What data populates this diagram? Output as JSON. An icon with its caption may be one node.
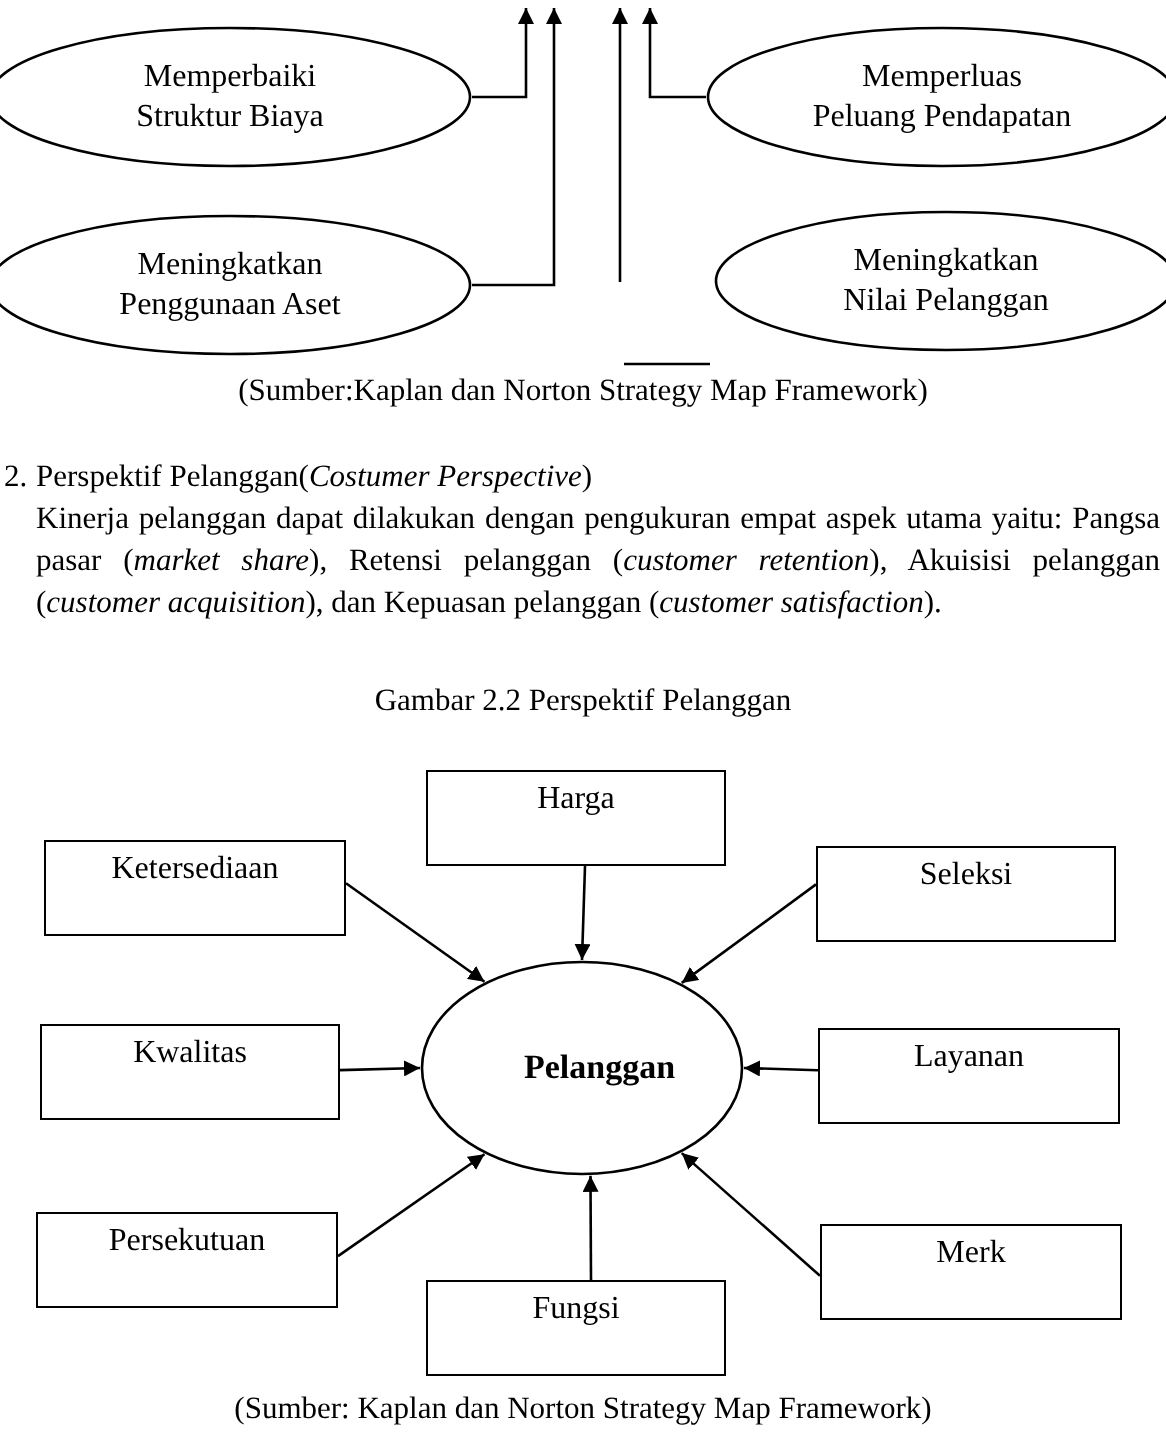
{
  "diagram": {
    "nodes": [
      {
        "text": [
          "Memperbaiki Struktur Biaya"
        ]
      },
      {
        "text": [
          "Memperluas Peluang Pendapatan"
        ]
      },
      {
        "text": [
          "Meningkatkan Penggunaan Aset"
        ]
      },
      {
        "text": [
          "Meningkatkan Nilai Pelanggan"
        ]
      },
      {
        "text": [
          "Harga"
        ]
      },
      {
        "text": [
          "Ketersediaan"
        ]
      },
      {
        "text": [
          "Seleksi"
        ]
      },
      {
        "text": [
          "Kwalitas"
        ]
      },
      {
        "text": [
          "Pelanggan"
        ]
      },
      {
        "text": [
          "Layanan"
        ]
      },
      {
        "text": [
          "Persekutuan"
        ]
      },
      {
        "text": [
          "Merk"
        ]
      },
      {
        "text": [
          "Fungsi"
        ]
      }
    ],
    "edges": [
      {
        "from": 0,
        "to": null,
        "arrow": "to"
      },
      {
        "from": 2,
        "to": null,
        "arrow": "to"
      },
      {
        "from": 1,
        "to": null,
        "arrow": "to"
      },
      {
        "from": 4,
        "to": 8,
        "arrow": "to"
      },
      {
        "from": 5,
        "to": 8,
        "arrow": "to"
      },
      {
        "from": 6,
        "to": 8,
        "arrow": "to"
      },
      {
        "from": 7,
        "to": 8,
        "arrow": "to"
      },
      {
        "from": 9,
        "to": 8,
        "arrow": "to"
      },
      {
        "from": 10,
        "to": 8,
        "arrow": "to"
      },
      {
        "from": 11,
        "to": 8,
        "arrow": "to"
      },
      {
        "from": 12,
        "to": 8,
        "arrow": "to"
      }
    ],
    "labels": [
      "(Sumber:Kaplan dan Norton Strategy Map Framework)",
      "2.",
      "Perspektif Pelanggan(*Costumer Perspective*)",
      "Kinerja pelanggan dapat dilakukan dengan pengukuran empat aspek utama yaitu: Pangsa pasar (*market share*), Retensi pelanggan (*customer retention*), Akuisisi pelanggan (*customer acquisition*), dan Kepuasan pelanggan (*customer satisfaction*).",
      "Gambar 2.2 Perspektif Pelanggan",
      "(Sumber: Kaplan dan Norton Strategy Map Framework)"
    ]
  }
}
